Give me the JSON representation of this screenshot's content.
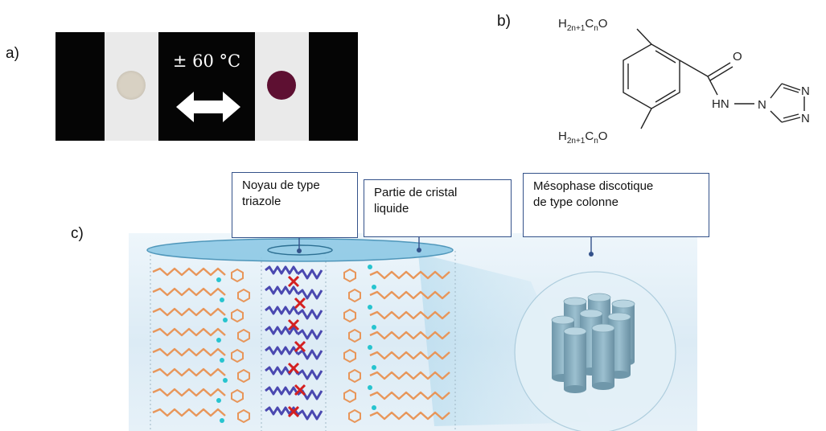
{
  "panels": {
    "a": {
      "label": "a)",
      "temperature_text": "± 60 °C",
      "dot_cold_color": "#d8d1c3",
      "dot_hot_color": "#5e1032"
    },
    "b": {
      "label": "b)",
      "alkoxy_top": "H2n+1CnO",
      "alkoxy_bottom": "H2n+1CnO",
      "carbonyl_O": "O",
      "amide_NH": "HN",
      "N1": "N",
      "N2": "N",
      "N3": "N"
    },
    "c": {
      "label": "c)",
      "callouts": {
        "core_line1": "Noyau de type",
        "core_line2": "triazole",
        "lc_line1": "Partie de cristal",
        "lc_line2": "liquide",
        "meso_line1": "Mésophase discotique",
        "meso_line2": "de type colonne"
      }
    }
  },
  "colors": {
    "callout_border": "#34528a",
    "alkyl": "#e8965a",
    "core": "#4a48b0",
    "red": "#d42020",
    "cyan": "#27c4cf",
    "cylinder": "#8fb5c6"
  }
}
